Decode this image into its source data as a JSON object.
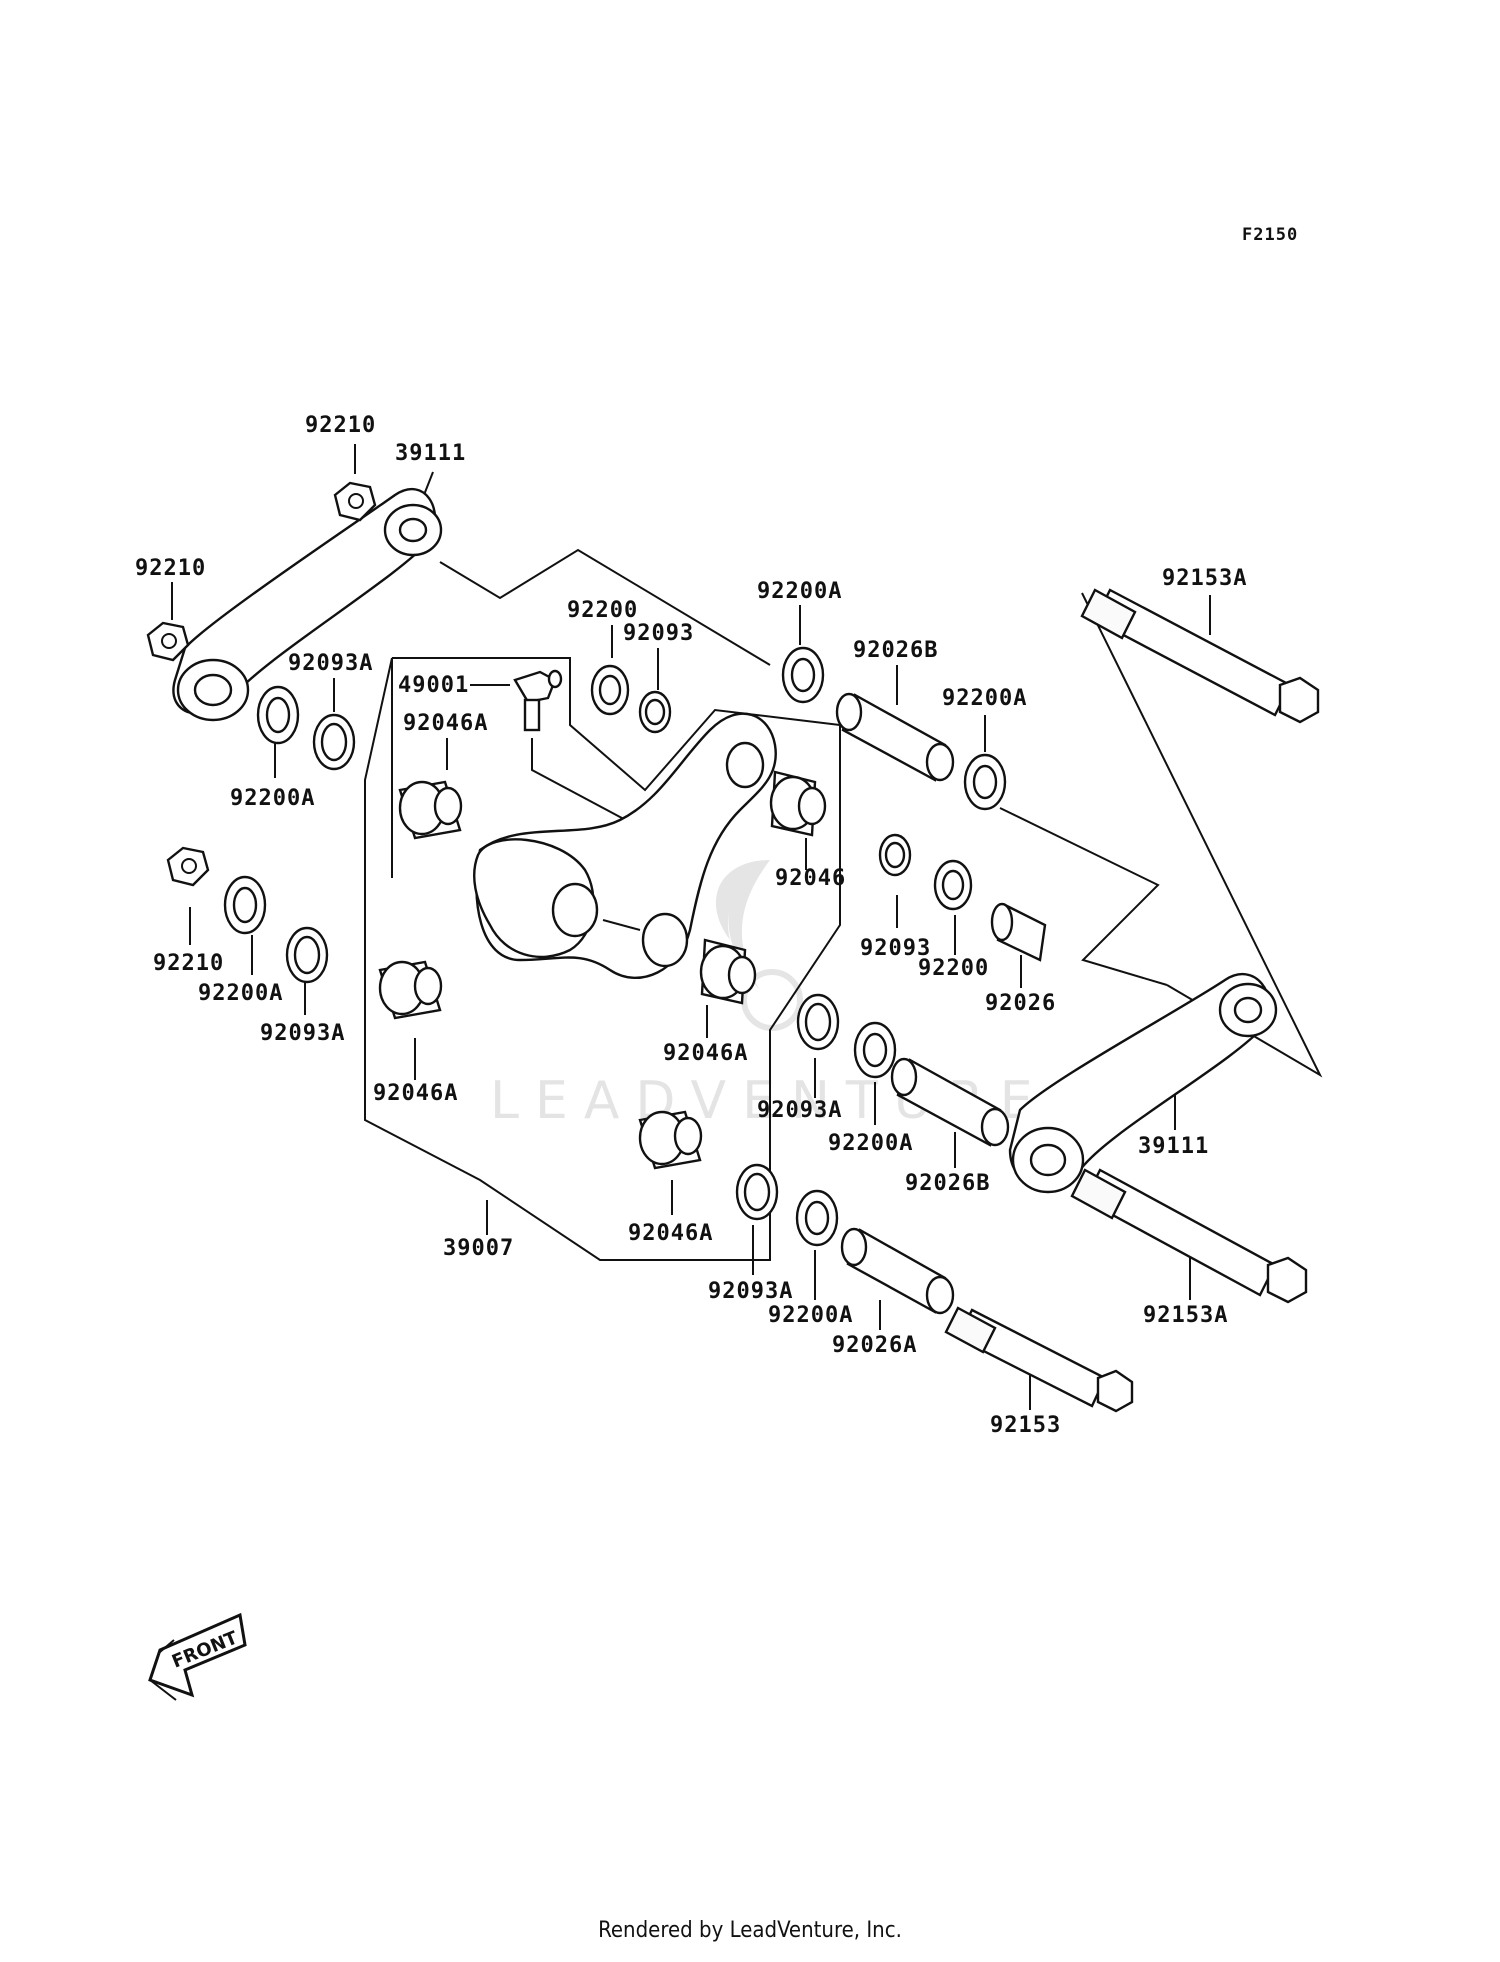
{
  "diagram_code": "F2150",
  "footer": "Rendered by LeadVenture, Inc.",
  "watermark": "LEADVENTURE",
  "front_label": "FRONT",
  "labels": {
    "l_92210_top": "92210",
    "l_39111_top": "39111",
    "l_92210_left": "92210",
    "l_92093A_left": "92093A",
    "l_92200A_left": "92200A",
    "l_49001": "49001",
    "l_92046A_top": "92046A",
    "l_92200_top": "92200",
    "l_92093_top": "92093",
    "l_92200A_top": "92200A",
    "l_92026B_top": "92026B",
    "l_92200A_mid": "92200A",
    "l_92153A_top": "92153A",
    "l_92046": "92046",
    "l_92093_mid": "92093",
    "l_92200_mid": "92200",
    "l_92026": "92026",
    "l_92210_low": "92210",
    "l_92200A_low": "92200A",
    "l_92093A_low": "92093A",
    "l_92046A_mid": "92046A",
    "l_92046A_left": "92046A",
    "l_92093A_mid": "92093A",
    "l_92200A_mid2": "92200A",
    "l_39111_right": "39111",
    "l_92026B_low": "92026B",
    "l_92046A_bottom": "92046A",
    "l_39007": "39007",
    "l_92093A_bottom": "92093A",
    "l_92200A_bottom": "92200A",
    "l_92026A": "92026A",
    "l_92153A_low": "92153A",
    "l_92153": "92153"
  }
}
